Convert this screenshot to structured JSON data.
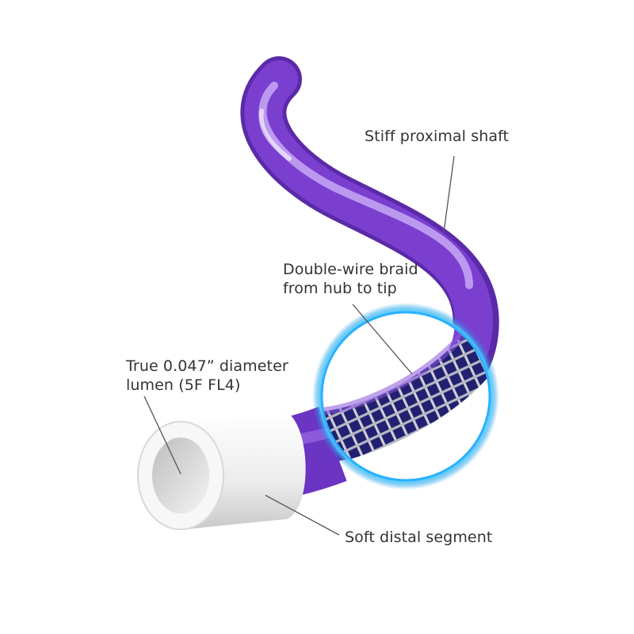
{
  "callouts": {
    "shaft": {
      "line1": "Stiff proximal shaft"
    },
    "braid": {
      "line1": "Double-wire braid",
      "line2": "from hub to tip"
    },
    "lumen": {
      "line1": "True 0.047” diameter",
      "line2": "lumen (5F FL4)"
    },
    "distal": {
      "line1": "Soft distal segment"
    }
  },
  "colors": {
    "shaft_purple": "#7b3fd0",
    "shaft_highlight": "#c7a9f5",
    "braid_core": "#201d6e",
    "braid_wire": "#c8c8d0",
    "glow": "#1c9fe6",
    "tip_white": "#f2f2f2",
    "leader_line": "#555555"
  }
}
